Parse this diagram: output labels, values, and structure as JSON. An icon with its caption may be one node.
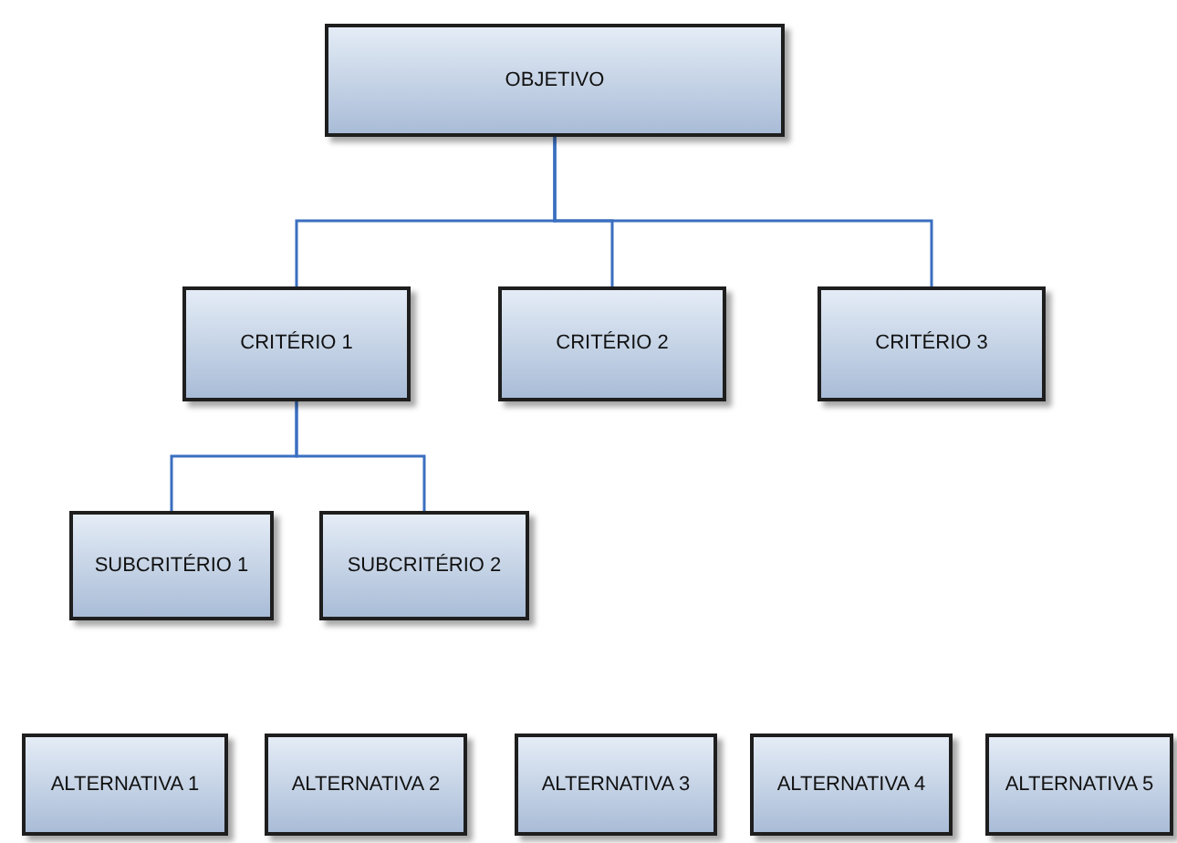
{
  "diagram": {
    "nodes": [
      {
        "text": [
          "OBJETIVO"
        ]
      },
      {
        "text": [
          "CRITÉRIO 1"
        ]
      },
      {
        "text": [
          "CRITÉRIO 2"
        ]
      },
      {
        "text": [
          "CRITÉRIO 3"
        ]
      },
      {
        "text": [
          "SUBCRITÉRIO 1"
        ]
      },
      {
        "text": [
          "SUBCRITÉRIO 2"
        ]
      },
      {
        "text": [
          "ALTERNATIVA 1"
        ]
      },
      {
        "text": [
          "ALTERNATIVA 2"
        ]
      },
      {
        "text": [
          "ALTERNATIVA 3"
        ]
      },
      {
        "text": [
          "ALTERNATIVA 4"
        ]
      },
      {
        "text": [
          "ALTERNATIVA 5"
        ]
      }
    ],
    "edges": [
      {
        "from": 0,
        "to": 1,
        "arrow": "none"
      },
      {
        "from": 0,
        "to": 2,
        "arrow": "none"
      },
      {
        "from": 0,
        "to": 3,
        "arrow": "none"
      },
      {
        "from": 1,
        "to": 4,
        "arrow": "none"
      },
      {
        "from": 1,
        "to": 5,
        "arrow": "none"
      }
    ]
  }
}
